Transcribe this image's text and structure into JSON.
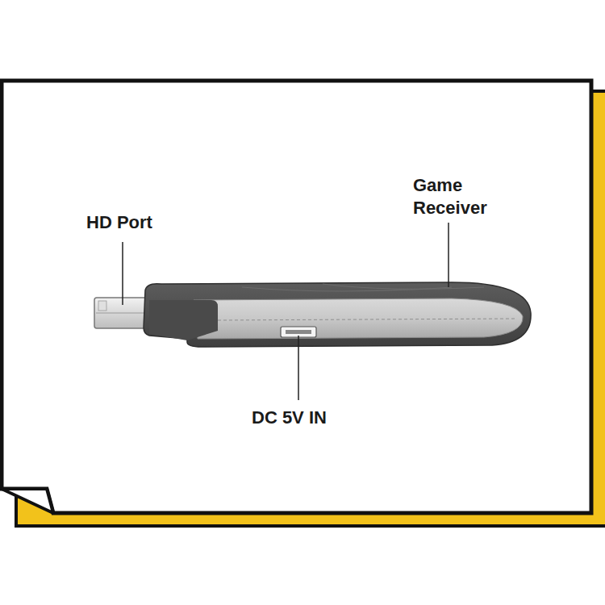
{
  "diagram": {
    "labels": [
      "HD Port",
      "Game Receiver",
      "DC 5V IN"
    ]
  }
}
